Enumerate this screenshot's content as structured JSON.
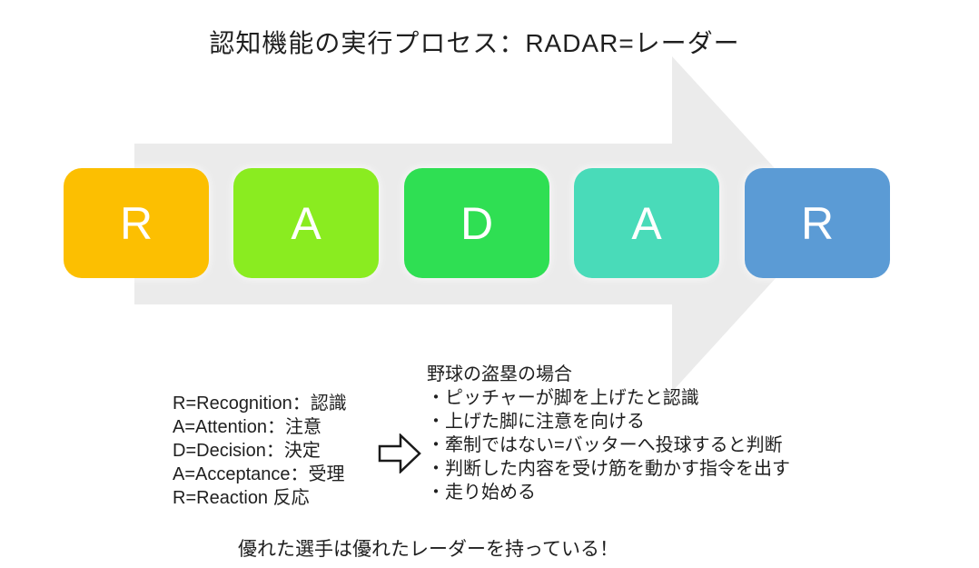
{
  "title": "認知機能の実行プロセス：RADAR=レーダー",
  "radar_boxes": [
    {
      "letter": "R",
      "color": "#FCBF01"
    },
    {
      "letter": "A",
      "color": "#8AEC20"
    },
    {
      "letter": "D",
      "color": "#2FDF53"
    },
    {
      "letter": "A",
      "color": "#49DBB9"
    },
    {
      "letter": "R",
      "color": "#5B9BD5"
    }
  ],
  "definitions": [
    "R=Recognition：認識",
    "A=Attention：注意",
    "D=Decision：決定",
    "A=Acceptance：受理",
    "R=Reaction 反応"
  ],
  "example": {
    "heading": "野球の盗塁の場合",
    "items": [
      "・ピッチャーが脚を上げたと認識",
      "・上げた脚に注意を向ける",
      "・牽制ではない=バッターへ投球すると判断",
      "・判断した内容を受け筋を動かす指令を出す",
      "・走り始める"
    ]
  },
  "footer": "優れた選手は優れたレーダーを持っている！",
  "colors": {
    "background": "#FFFFFF",
    "arrow_body": "#EBEBEB",
    "text": "#1F1F1F",
    "box_letter": "#FFFFFF",
    "block_arrow_stroke": "#1A1A1A"
  }
}
